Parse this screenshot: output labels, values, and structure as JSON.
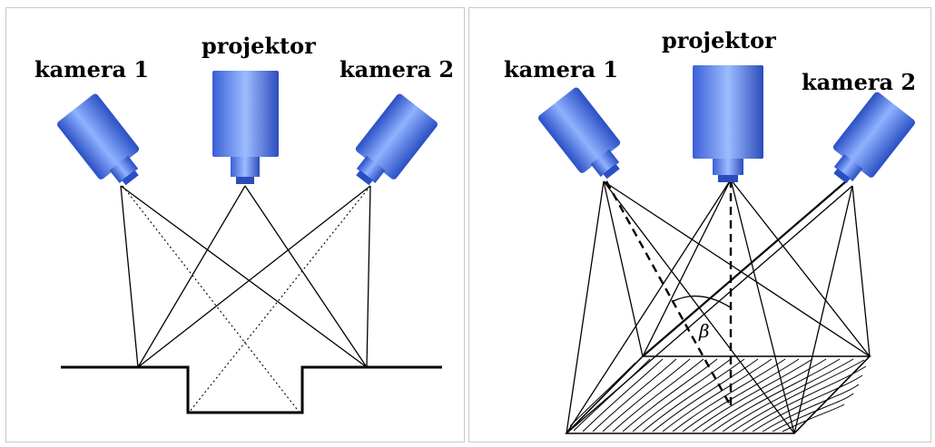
{
  "left_panel": {
    "camera1_label": "kamera 1",
    "projector_label": "projektor",
    "camera2_label": "kamera 2"
  },
  "right_panel": {
    "camera1_label": "kamera 1",
    "projector_label": "projektor",
    "camera2_label": "kamera 2",
    "angle_label": "β"
  },
  "colors": {
    "device_dark": "#2a4fc4",
    "device_light": "#8fb2ff",
    "lines": "#000000"
  }
}
